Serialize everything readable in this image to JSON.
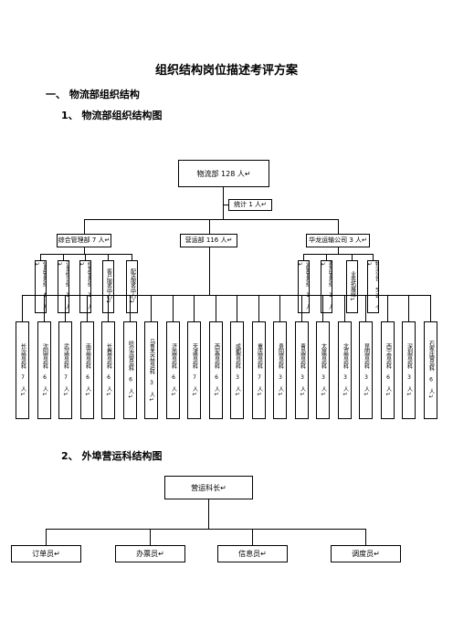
{
  "doc": {
    "title": "组织结构岗位描述考评方案",
    "section1": "一、  物流部组织结构",
    "sub1": "1、   物流部组织结构图",
    "sub2": "2、   外埠营运科结构图"
  },
  "chart1": {
    "root": "物流部 128 人↵",
    "stats": "统计 1 人↵",
    "level2": [
      "综合管理部 7 人↵",
      "营运部 116 人↵",
      "华龙运输公司 3 人↵"
    ],
    "zonghe_children": [
      "信息管理组 4 人↵",
      "订单统计组 1 人↵",
      "结算管理组 1 人↵",
      "客户服务中心↵",
      "配送服务中心↵"
    ],
    "hualong_children": [
      "运输管理组 1 人↵",
      "费用管理组 1 人↵",
      "业务拓展组↵",
      "物流公司 52 个↵"
    ],
    "yingyun_children": [
      "长沙营运科 7 人↵",
      "沈阳营运科 6 人↵",
      "武汉营运科 7 人↵",
      "南京营运科 6 人↵",
      "长春营运科 6 人↵",
      "哈尔滨营运科 6 人↵",
      "乌鲁木齐营运科 3 人↵",
      "济南营运科 6 人↵",
      "天津营运科 7 人↵",
      "西安营运科 6 人↵",
      "成都营运科 3 人↵",
      "重庆营运科 7 人↵",
      "贵阳营运科 3 人↵",
      "青岛营运科 3 人↵",
      "太原营运科 3 人↵",
      "北京营运科 3 人↵",
      "昆明营运科 3 人↵",
      "西宁营运科 6 人↵",
      "深圳营运科 3 人↵",
      "石家庄营运科 6 人↵"
    ]
  },
  "chart2": {
    "root": "营运科长↵",
    "children": [
      "订单员↵",
      "办票员↵",
      "信息员↵",
      "调度员↵"
    ]
  }
}
